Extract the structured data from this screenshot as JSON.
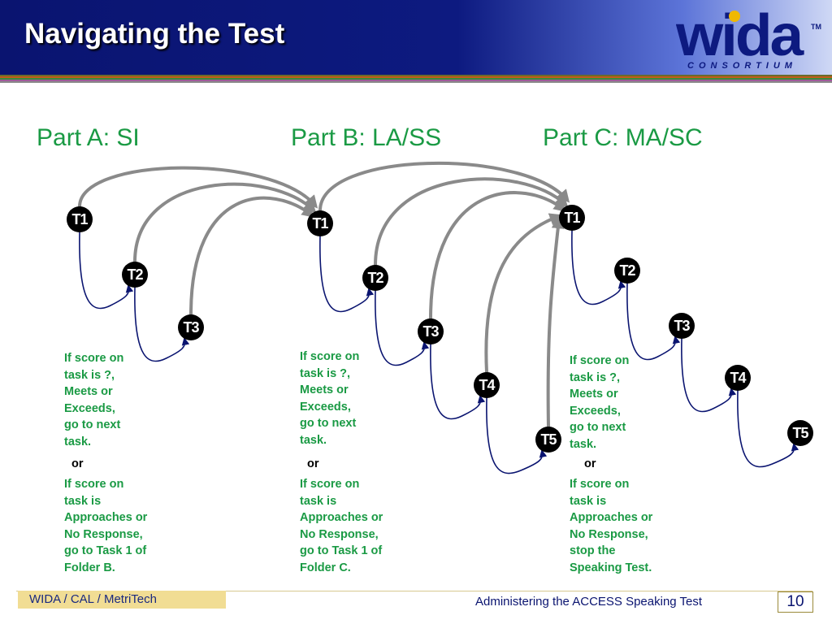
{
  "header": {
    "title": "Navigating the Test"
  },
  "logo": {
    "wordmark": "wida",
    "subtitle": "CONSORTIUM",
    "tm": "TM",
    "colors": {
      "letters": "#0d1a80",
      "i_dot": "#f0b800",
      "accent": "#1a9a44"
    }
  },
  "colors": {
    "header": "#0a1470",
    "green_text": "#1a9a44",
    "arc": "#8a8a8a",
    "connector": "#0a1470"
  },
  "parts": [
    {
      "label": "Part A: SI"
    },
    {
      "label": "Part B: LA/SS"
    },
    {
      "label": "Part C: MA/SC"
    }
  ],
  "nodes": {
    "a": [
      "T1",
      "T2",
      "T3"
    ],
    "b": [
      "T1",
      "T2",
      "T3",
      "T4",
      "T5"
    ],
    "c": [
      "T1",
      "T2",
      "T3",
      "T4",
      "T5"
    ]
  },
  "notes": {
    "a": {
      "meets": "If score on\ntask is ?,\nMeets or\nExceeds,\ngo to next\ntask.",
      "or": "or",
      "approaches": "If score on\ntask is\nApproaches or\nNo Response,\ngo to Task 1 of\nFolder B."
    },
    "b": {
      "meets": "If score on\ntask is ?,\nMeets or\nExceeds,\ngo to next\ntask.",
      "or": "or",
      "approaches": "If score on\ntask is\nApproaches or\nNo Response,\ngo to Task 1 of\nFolder C."
    },
    "c": {
      "meets": "If score on\ntask is ?,\nMeets or\nExceeds,\ngo to next\ntask.",
      "or": "or",
      "approaches": "If score on\ntask is\nApproaches or\nNo Response,\nstop the\nSpeaking Test."
    }
  },
  "footer": {
    "left": "WIDA / CAL / MetriTech",
    "right": "Administering the ACCESS Speaking Test",
    "page": "10"
  }
}
